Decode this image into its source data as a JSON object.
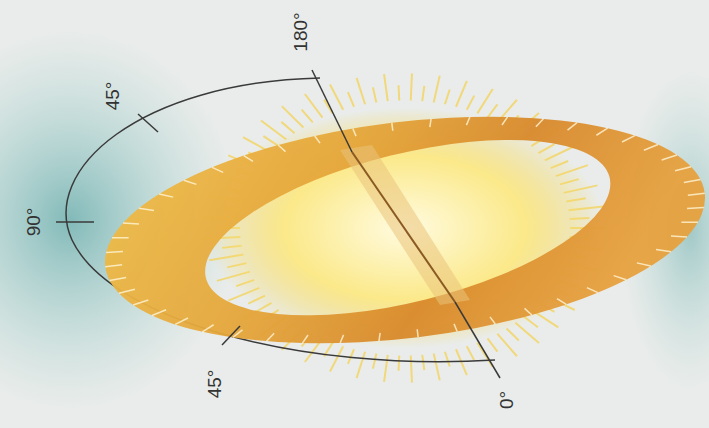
{
  "diagram": {
    "labels": [
      "180°",
      "45°",
      "90°",
      "45°",
      "0°"
    ]
  }
}
